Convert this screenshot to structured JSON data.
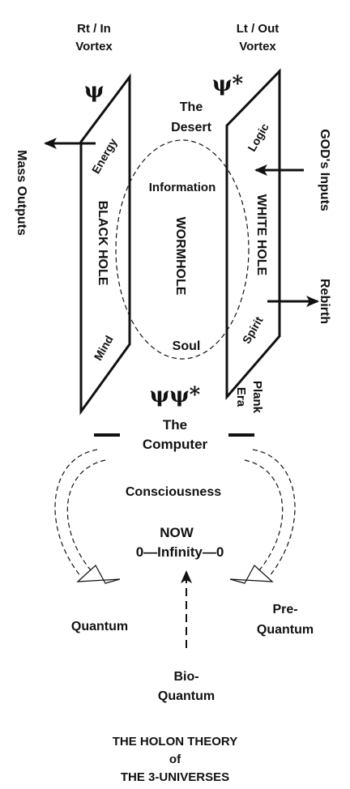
{
  "colors": {
    "ink": "#111111",
    "background": "#ffffff"
  },
  "vortex": {
    "left_line1": "Rt / In",
    "left_line2": "Vortex",
    "right_line1": "Lt / Out",
    "right_line2": "Vortex"
  },
  "symbols": {
    "psi": "ψ",
    "psi_star": "ψ*",
    "psi_psi_star": "ψψ*"
  },
  "black_hole": {
    "title": "BLACK HOLE",
    "top": "Energy",
    "bottom": "Mind"
  },
  "white_hole": {
    "title": "WHITE HOLE",
    "top": "Logic",
    "bottom": "Spirit"
  },
  "wormhole": {
    "desert_line1": "The",
    "desert_line2": "Desert",
    "title": "WORMHOLE",
    "information": "Information",
    "soul": "Soul"
  },
  "arrows": {
    "mass_outputs": "Mass Outputs",
    "gods_inputs": "GOD's Inputs",
    "rebirth": "Rebirth"
  },
  "plank_era": {
    "line1": "Plank",
    "line2": "Era"
  },
  "computer": {
    "line1": "The",
    "line2": "Computer"
  },
  "cycle": {
    "consciousness": "Consciousness",
    "now": "NOW",
    "infinity": "0—Infinity—0",
    "quantum": "Quantum",
    "pre_quantum_line1": "Pre-",
    "pre_quantum_line2": "Quantum",
    "bio_quantum_line1": "Bio-",
    "bio_quantum_line2": "Quantum"
  },
  "title": {
    "line1": "THE HOLON THEORY",
    "line2": "of",
    "line3": "THE 3-UNIVERSES"
  }
}
